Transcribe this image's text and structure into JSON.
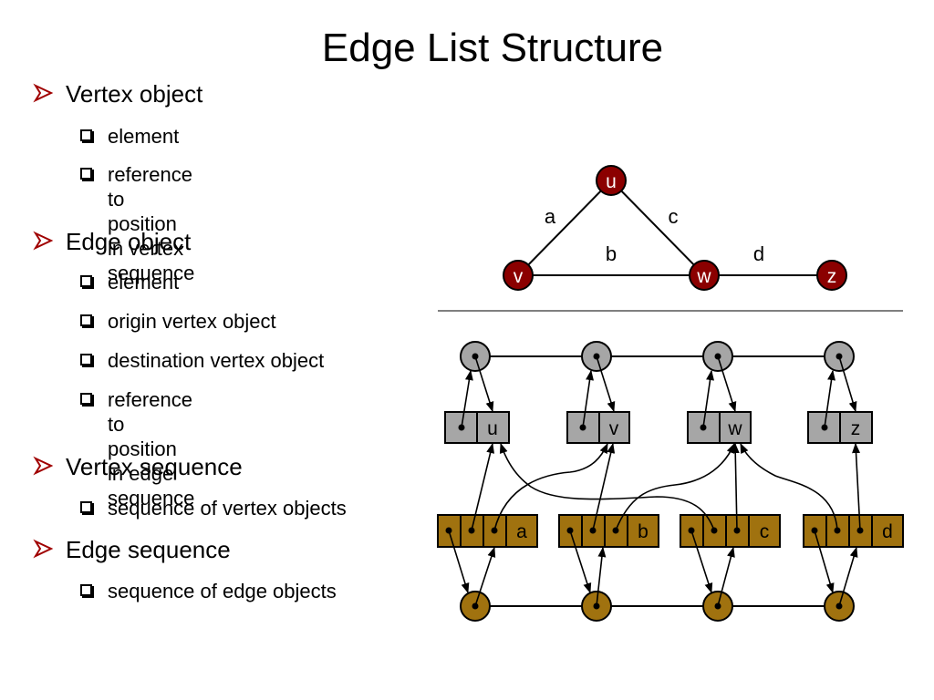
{
  "title": "Edge List Structure",
  "bullets": [
    {
      "text": "Vertex object",
      "subs": [
        "element",
        "reference to position in vertex\nsequence"
      ]
    },
    {
      "text": "Edge object",
      "subs": [
        "element",
        "origin vertex object",
        "destination vertex object",
        "reference to position in edge\nsequence"
      ]
    },
    {
      "text": "Vertex sequence",
      "subs": [
        "sequence of vertex objects"
      ]
    },
    {
      "text": "Edge sequence",
      "subs": [
        "sequence of edge objects"
      ]
    }
  ],
  "graph": {
    "vertices": [
      "u",
      "v",
      "w",
      "z"
    ],
    "edges": [
      {
        "label": "a",
        "from": "u",
        "to": "v"
      },
      {
        "label": "b",
        "from": "v",
        "to": "w"
      },
      {
        "label": "c",
        "from": "u",
        "to": "w"
      },
      {
        "label": "d",
        "from": "w",
        "to": "z"
      }
    ]
  },
  "vertex_objects": [
    "u",
    "v",
    "w",
    "z"
  ],
  "edge_objects": [
    "a",
    "b",
    "c",
    "d"
  ],
  "colors": {
    "vertex_fill": "#8b0000",
    "vertex_object_fill": "#a6a6a6",
    "edge_object_fill": "#a0720f",
    "bullet_arrow": "#a00000"
  }
}
